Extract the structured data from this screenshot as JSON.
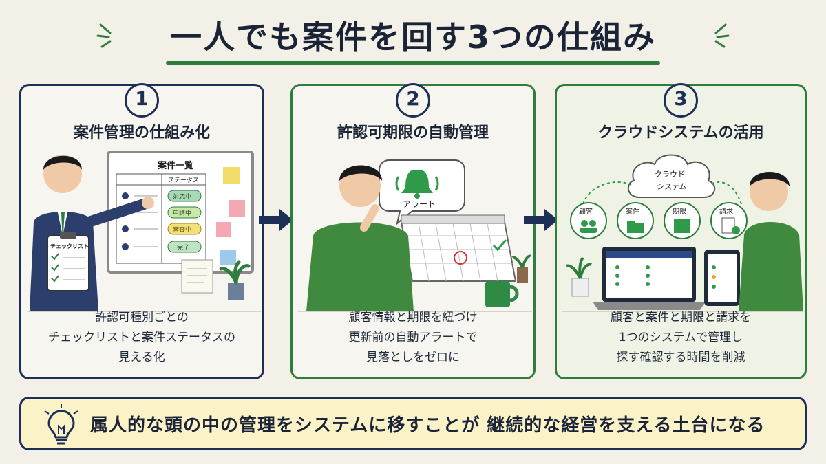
{
  "title": "一人でも案件を回す3つの仕組み",
  "panels": [
    {
      "number": "1",
      "title": "案件管理の仕組み化",
      "board_title": "案件一覧",
      "board_header": "ステータス",
      "statuses": [
        "対応中",
        "申請中",
        "審査中",
        "完了"
      ],
      "clipboard_label": "チェックリスト",
      "description": "許認可種別ごとの\nチェックリストと案件ステータスの\n見える化"
    },
    {
      "number": "2",
      "title": "許認可期限の自動管理",
      "alert_label": "アラート",
      "description": "顧客情報と期限を紐づけ\n更新前の自動アラートで\n見落としをゼロに"
    },
    {
      "number": "3",
      "title": "クラウドシステムの活用",
      "cloud_label": "クラウド\nシステム",
      "modules": [
        "顧客",
        "案件",
        "期限",
        "請求"
      ],
      "description": "顧客と案件と期限と請求を\n1つのシステムで管理し\n探す確認する時間を削減"
    }
  ],
  "footer": {
    "text": "属人的な頭の中の管理をシステムに移すことが 継続的な経営を支える土台になる",
    "icon": "lightbulb-icon"
  },
  "colors": {
    "navy": "#1e2f57",
    "green": "#2f7d3c",
    "cream": "#fbf2c8",
    "background": "#f3f0e8"
  }
}
